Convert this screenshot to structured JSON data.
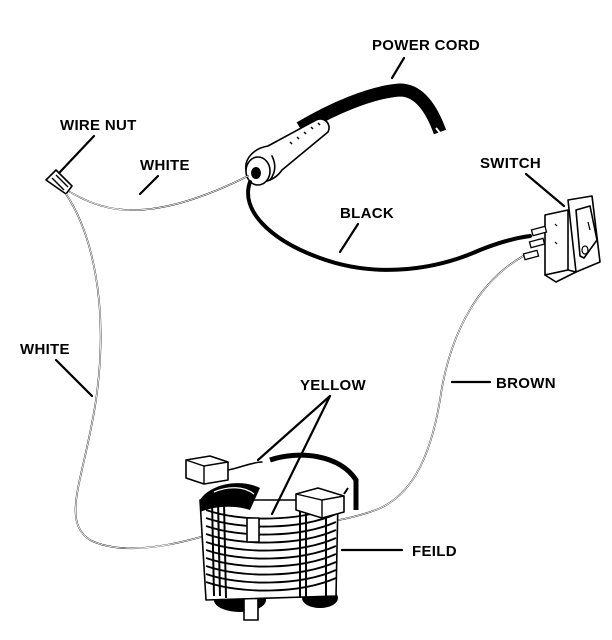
{
  "diagram": {
    "title": "Field and switch wiring diagram",
    "labels": {
      "power_cord": "POWER CORD",
      "wire_nut": "WIRE NUT",
      "white_top": "WHITE",
      "switch": "SWITCH",
      "black": "BLACK",
      "white_left": "WHITE",
      "yellow": "YELLOW",
      "brown": "BROWN",
      "field": "FEILD"
    },
    "components": [
      "power-cord",
      "wire-nut",
      "switch",
      "field-coil",
      "brush-holder"
    ],
    "wires": [
      {
        "name": "white",
        "from": "power-cord",
        "to": "wire-nut"
      },
      {
        "name": "white",
        "from": "wire-nut",
        "to": "field-coil"
      },
      {
        "name": "black",
        "from": "power-cord",
        "to": "switch"
      },
      {
        "name": "brown",
        "from": "switch",
        "to": "field-coil"
      },
      {
        "name": "yellow",
        "from": "field-coil",
        "to": "brush-holder"
      }
    ]
  }
}
